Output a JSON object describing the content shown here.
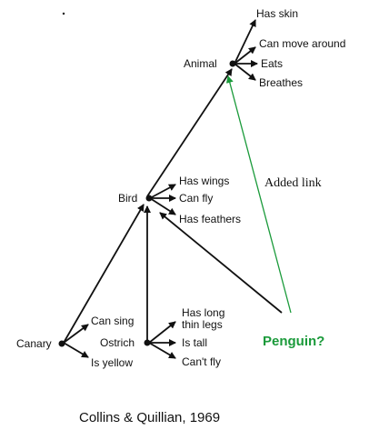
{
  "nodes": {
    "animal": "Animal",
    "bird": "Bird",
    "canary": "Canary",
    "ostrich": "Ostrich"
  },
  "properties": {
    "animal": [
      "Has skin",
      "Can move around",
      "Eats",
      "Breathes"
    ],
    "bird": [
      "Has wings",
      "Can fly",
      "Has feathers"
    ],
    "canary": [
      "Can sing",
      "Is yellow"
    ],
    "ostrich": [
      "Has long",
      "thin legs",
      "Is tall",
      "Can't fly"
    ]
  },
  "annotations": {
    "added_link": "Added link",
    "penguin": "Penguin?"
  },
  "caption": "Collins & Quillian, 1969",
  "colors": {
    "ink": "#111111",
    "green": "#1a9a3a"
  }
}
